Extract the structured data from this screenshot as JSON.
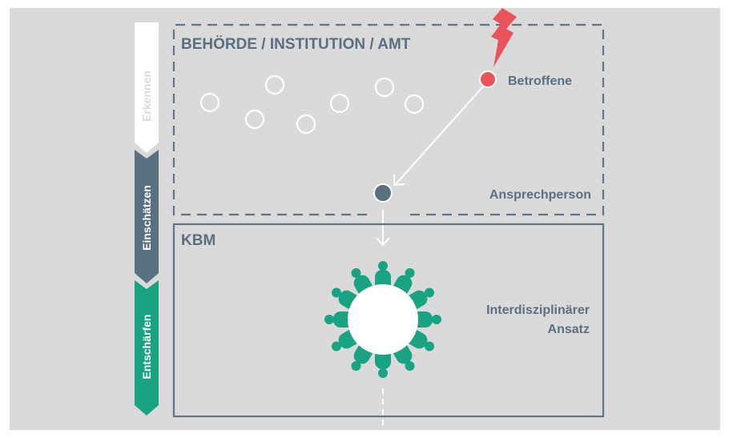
{
  "diagram": {
    "authority_box_title": "BEHÖRDE / INSTITUTION / AMT",
    "kbm_box_title": "KBM",
    "affected_label": "Betroffene",
    "contact_label": "Ansprechperson",
    "approach_label_line1": "Interdisziplinärer",
    "approach_label_line2": "Ansatz",
    "steps": [
      {
        "label": "Erkennen",
        "color": "#ffffff",
        "text_color": "#d9d9d9"
      },
      {
        "label": "Einschätzen",
        "color": "#587080",
        "text_color": "#ffffff"
      },
      {
        "label": "Entschärfen",
        "color": "#1aa383",
        "text_color": "#ffffff"
      }
    ]
  },
  "colors": {
    "background": "#ffffff",
    "panel": "#dadada",
    "outline": "#607485",
    "title_text": "#5b6f80",
    "affected_red": "#e8545a",
    "contact_dot": "#587080",
    "team_green": "#1aa383",
    "white": "#ffffff"
  }
}
